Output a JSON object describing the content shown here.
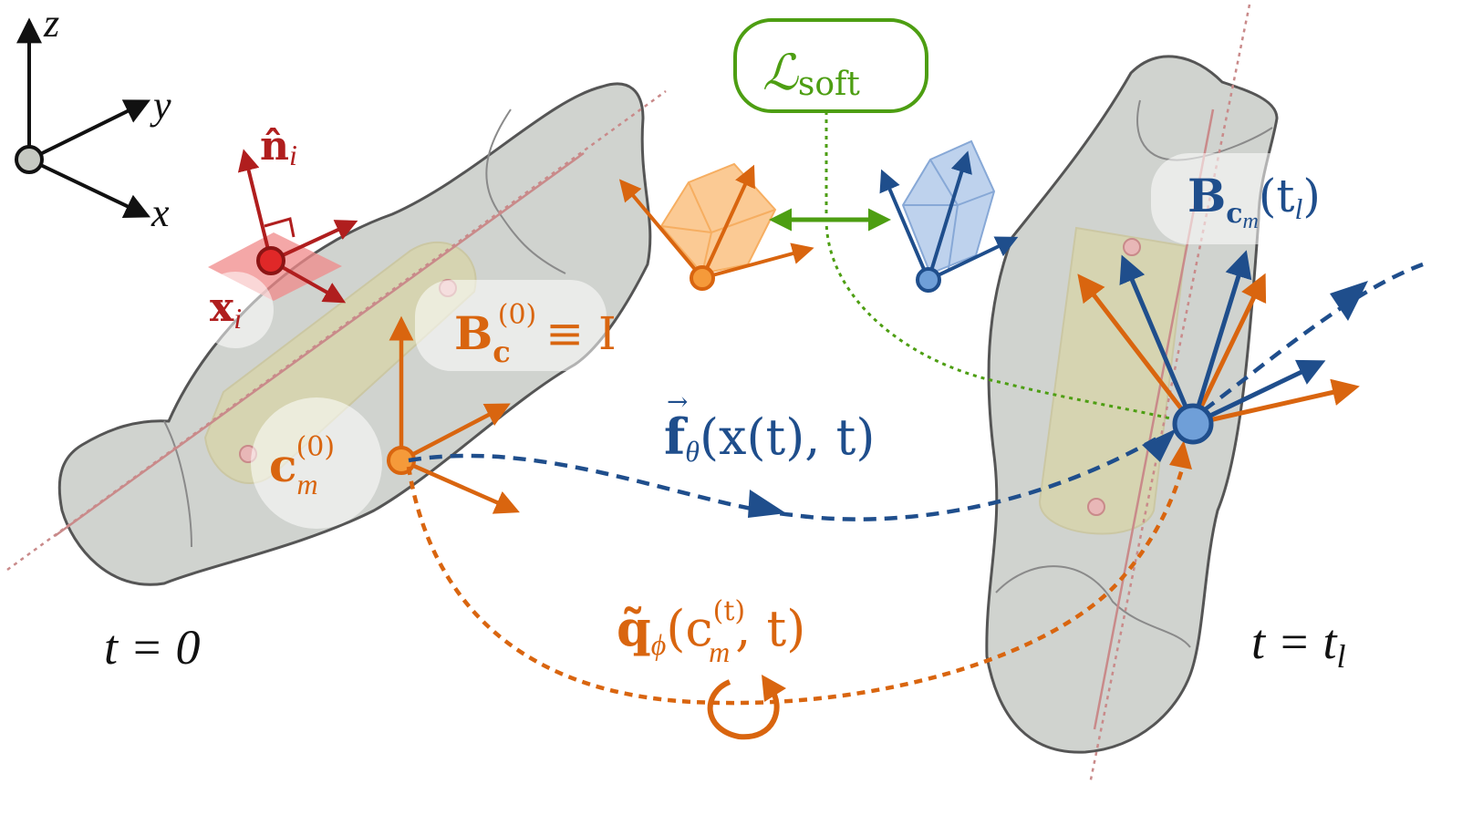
{
  "colors": {
    "orange": "#d9650f",
    "orange_light": "#f59a3a",
    "blue": "#1f4e8c",
    "blue_light": "#6f9fd8",
    "red": "#b01e1e",
    "red_bright": "#e02828",
    "green": "#4d9e12",
    "bone_fill": "#d0d3cf",
    "bone_stroke": "#555555",
    "axis_line": "#c98a8a",
    "black": "#111111"
  },
  "axes": {
    "z": "z",
    "y": "y",
    "x": "x"
  },
  "labels": {
    "normal_hat": "n̂",
    "normal_sub": "i",
    "point_x": "x",
    "point_sub": "i",
    "basis_B": "B",
    "basis_B_sub": "c",
    "basis_B_sup": "(0)",
    "basis_equiv": "≡ I",
    "center_c": "c",
    "center_sub": "m",
    "center_sup": "(0)",
    "loss_L": "ℒ",
    "loss_sub": "soft",
    "flow_f": "f",
    "flow_arrow": "→",
    "flow_sub": "θ",
    "flow_args": "(x(t), t)",
    "flow_x": "x",
    "rot_q": "q̃",
    "rot_sub": "ϕ",
    "rot_open": "(c",
    "rot_c_sup": "(t)",
    "rot_c_sub": "m",
    "rot_close": ", t)",
    "basis_t_B": "B",
    "basis_t_sub": "c",
    "basis_t_subsub": "m",
    "basis_t_args": "(t",
    "basis_t_argsub": "l",
    "basis_t_close": ")",
    "time_left": "t = 0",
    "time_right_t": "t = t",
    "time_right_sub": "l"
  },
  "icons": {
    "origin": "origin-dot-icon",
    "rotation": "rotation-arrow-icon"
  }
}
